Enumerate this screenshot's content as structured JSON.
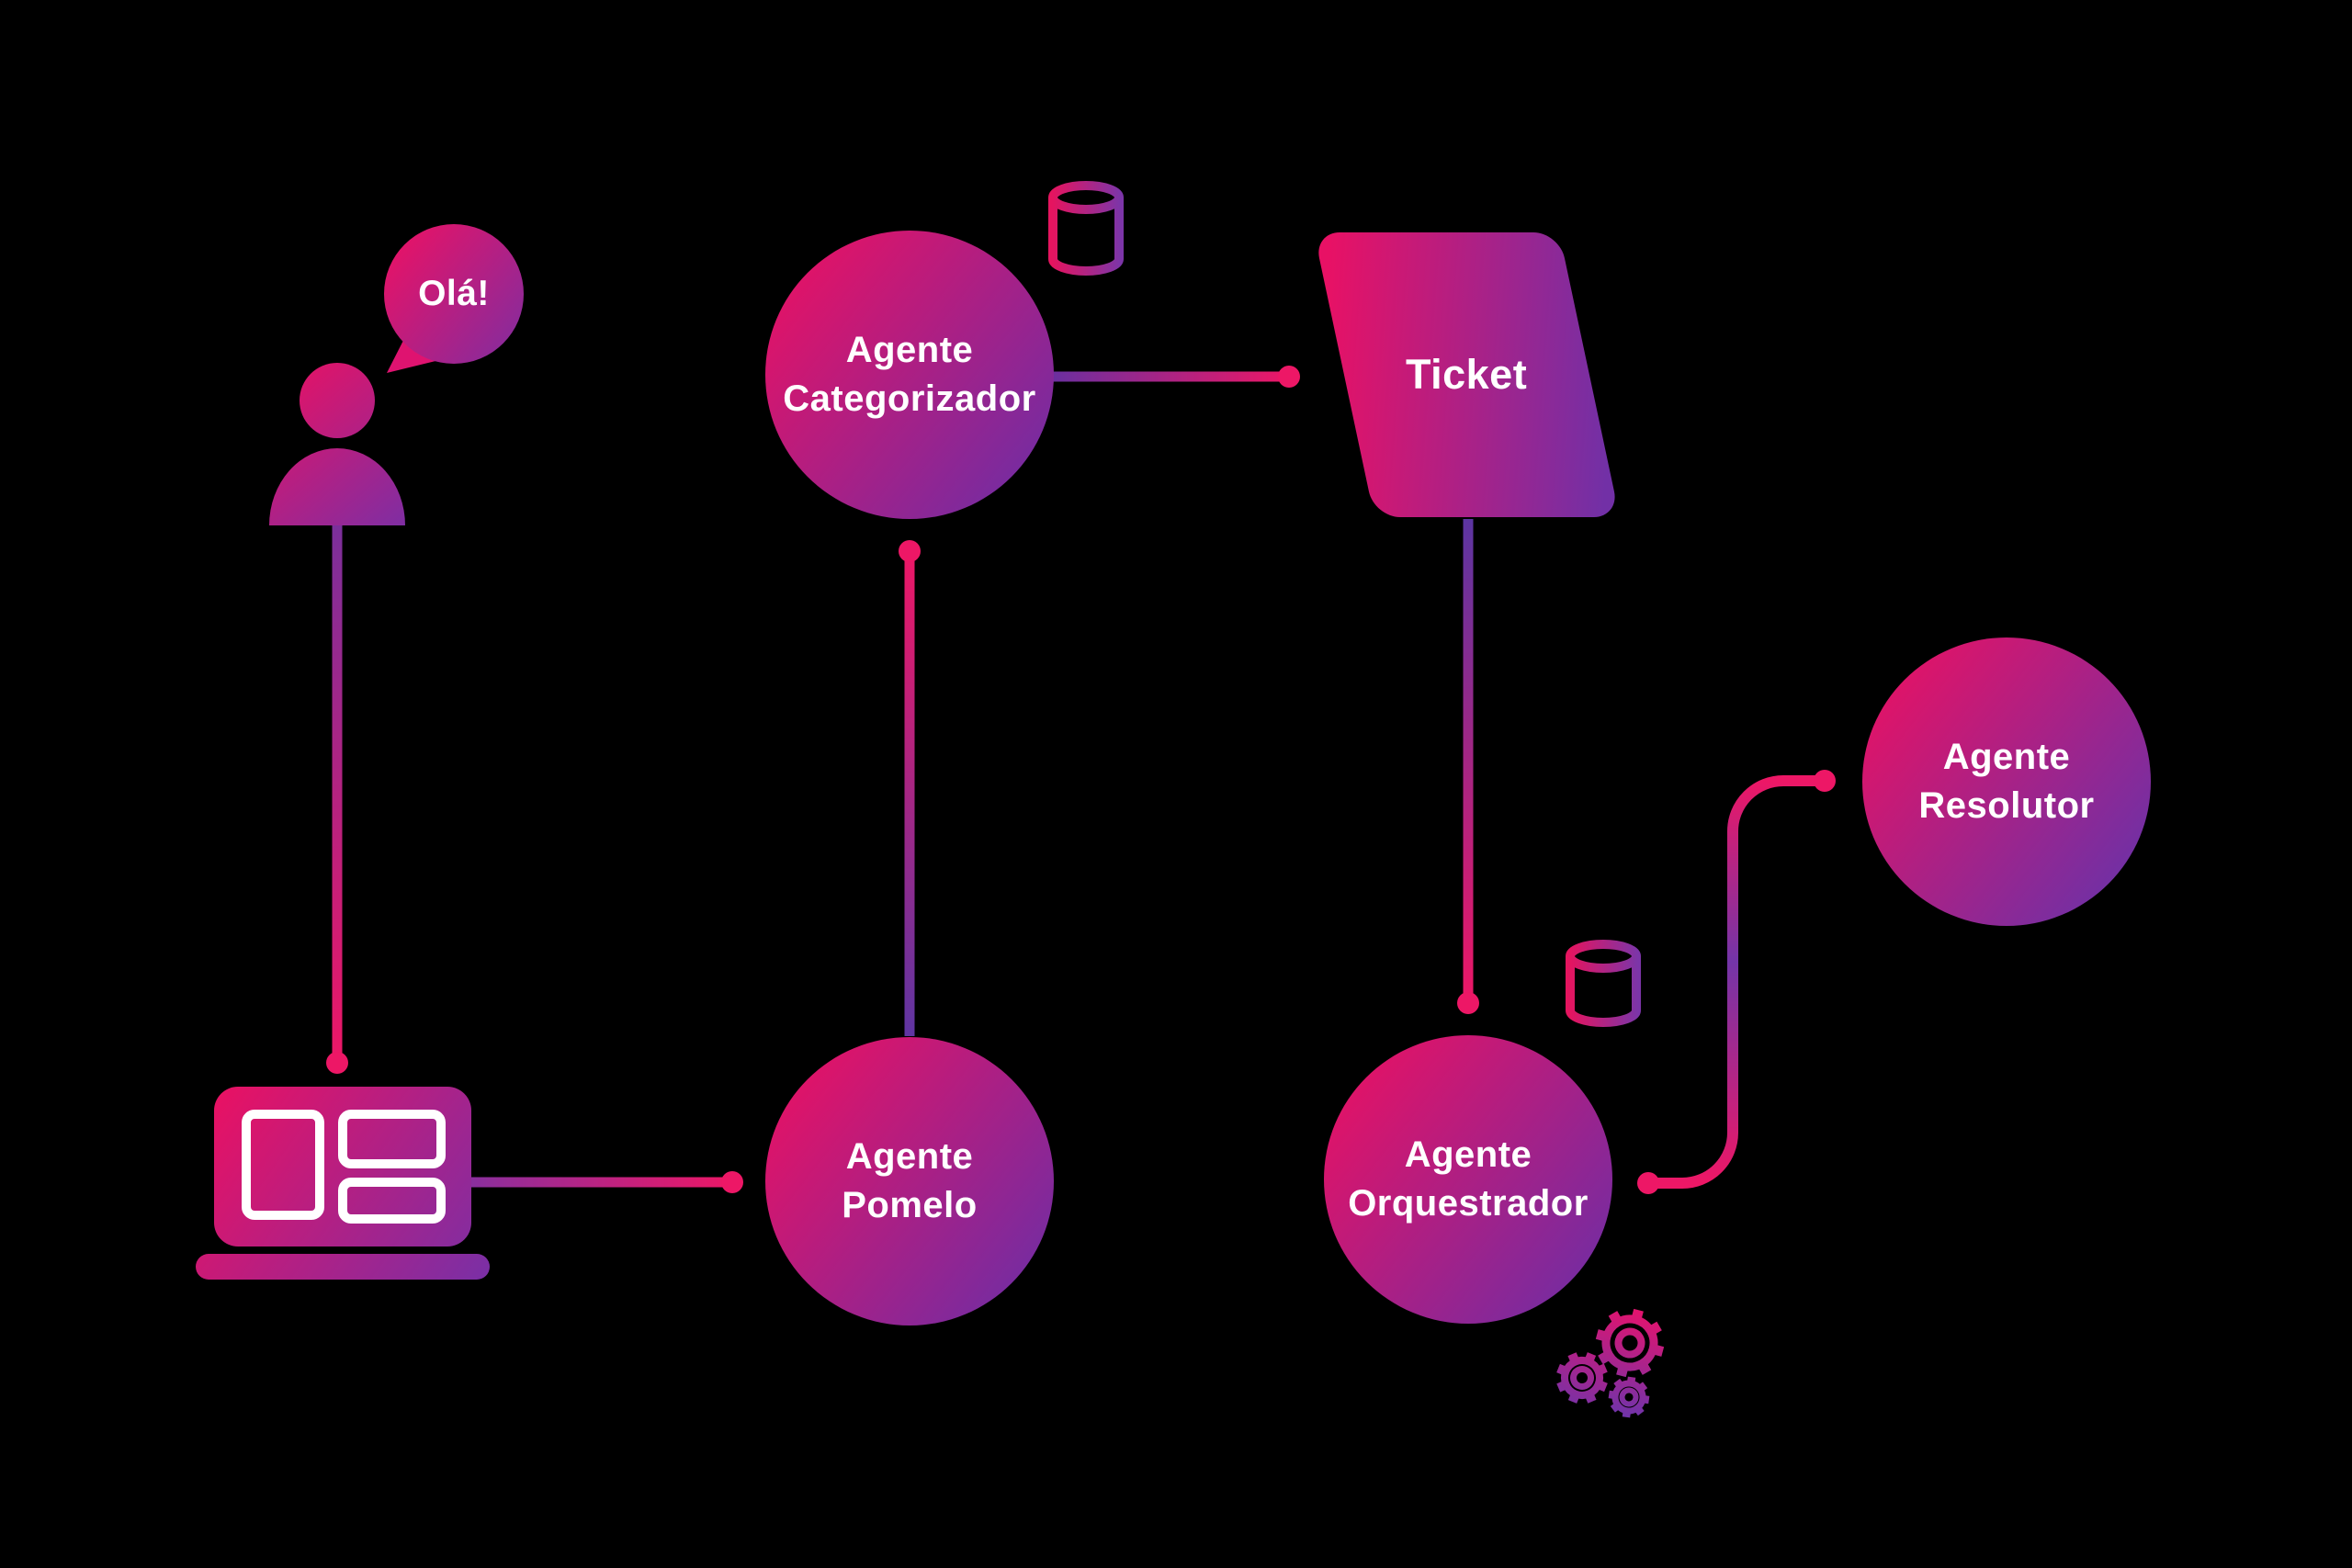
{
  "background": "#000000",
  "palette": {
    "pink": "#ED1766",
    "magenta": "#B02486",
    "purple": "#6C2EA6",
    "deep_purple": "#5C35A2",
    "text_white": "#FFFFFF"
  },
  "speech_bubble": {
    "text": "Olá!"
  },
  "nodes": {
    "categorizador": {
      "line1": "Agente",
      "line2": "Categorizador"
    },
    "pomelo": {
      "line1": "Agente",
      "line2": "Pomelo"
    },
    "orquestrador": {
      "line1": "Agente",
      "line2": "Orquestrador"
    },
    "resolutor": {
      "line1": "Agente",
      "line2": "Resolutor"
    },
    "ticket": {
      "label": "Ticket"
    }
  },
  "icons": {
    "person": "user-icon",
    "laptop": "laptop-icon",
    "database_categorizador": "database-icon",
    "database_orquestrador": "database-icon",
    "gears": "gears-icon",
    "speech": "speech-bubble-icon"
  }
}
